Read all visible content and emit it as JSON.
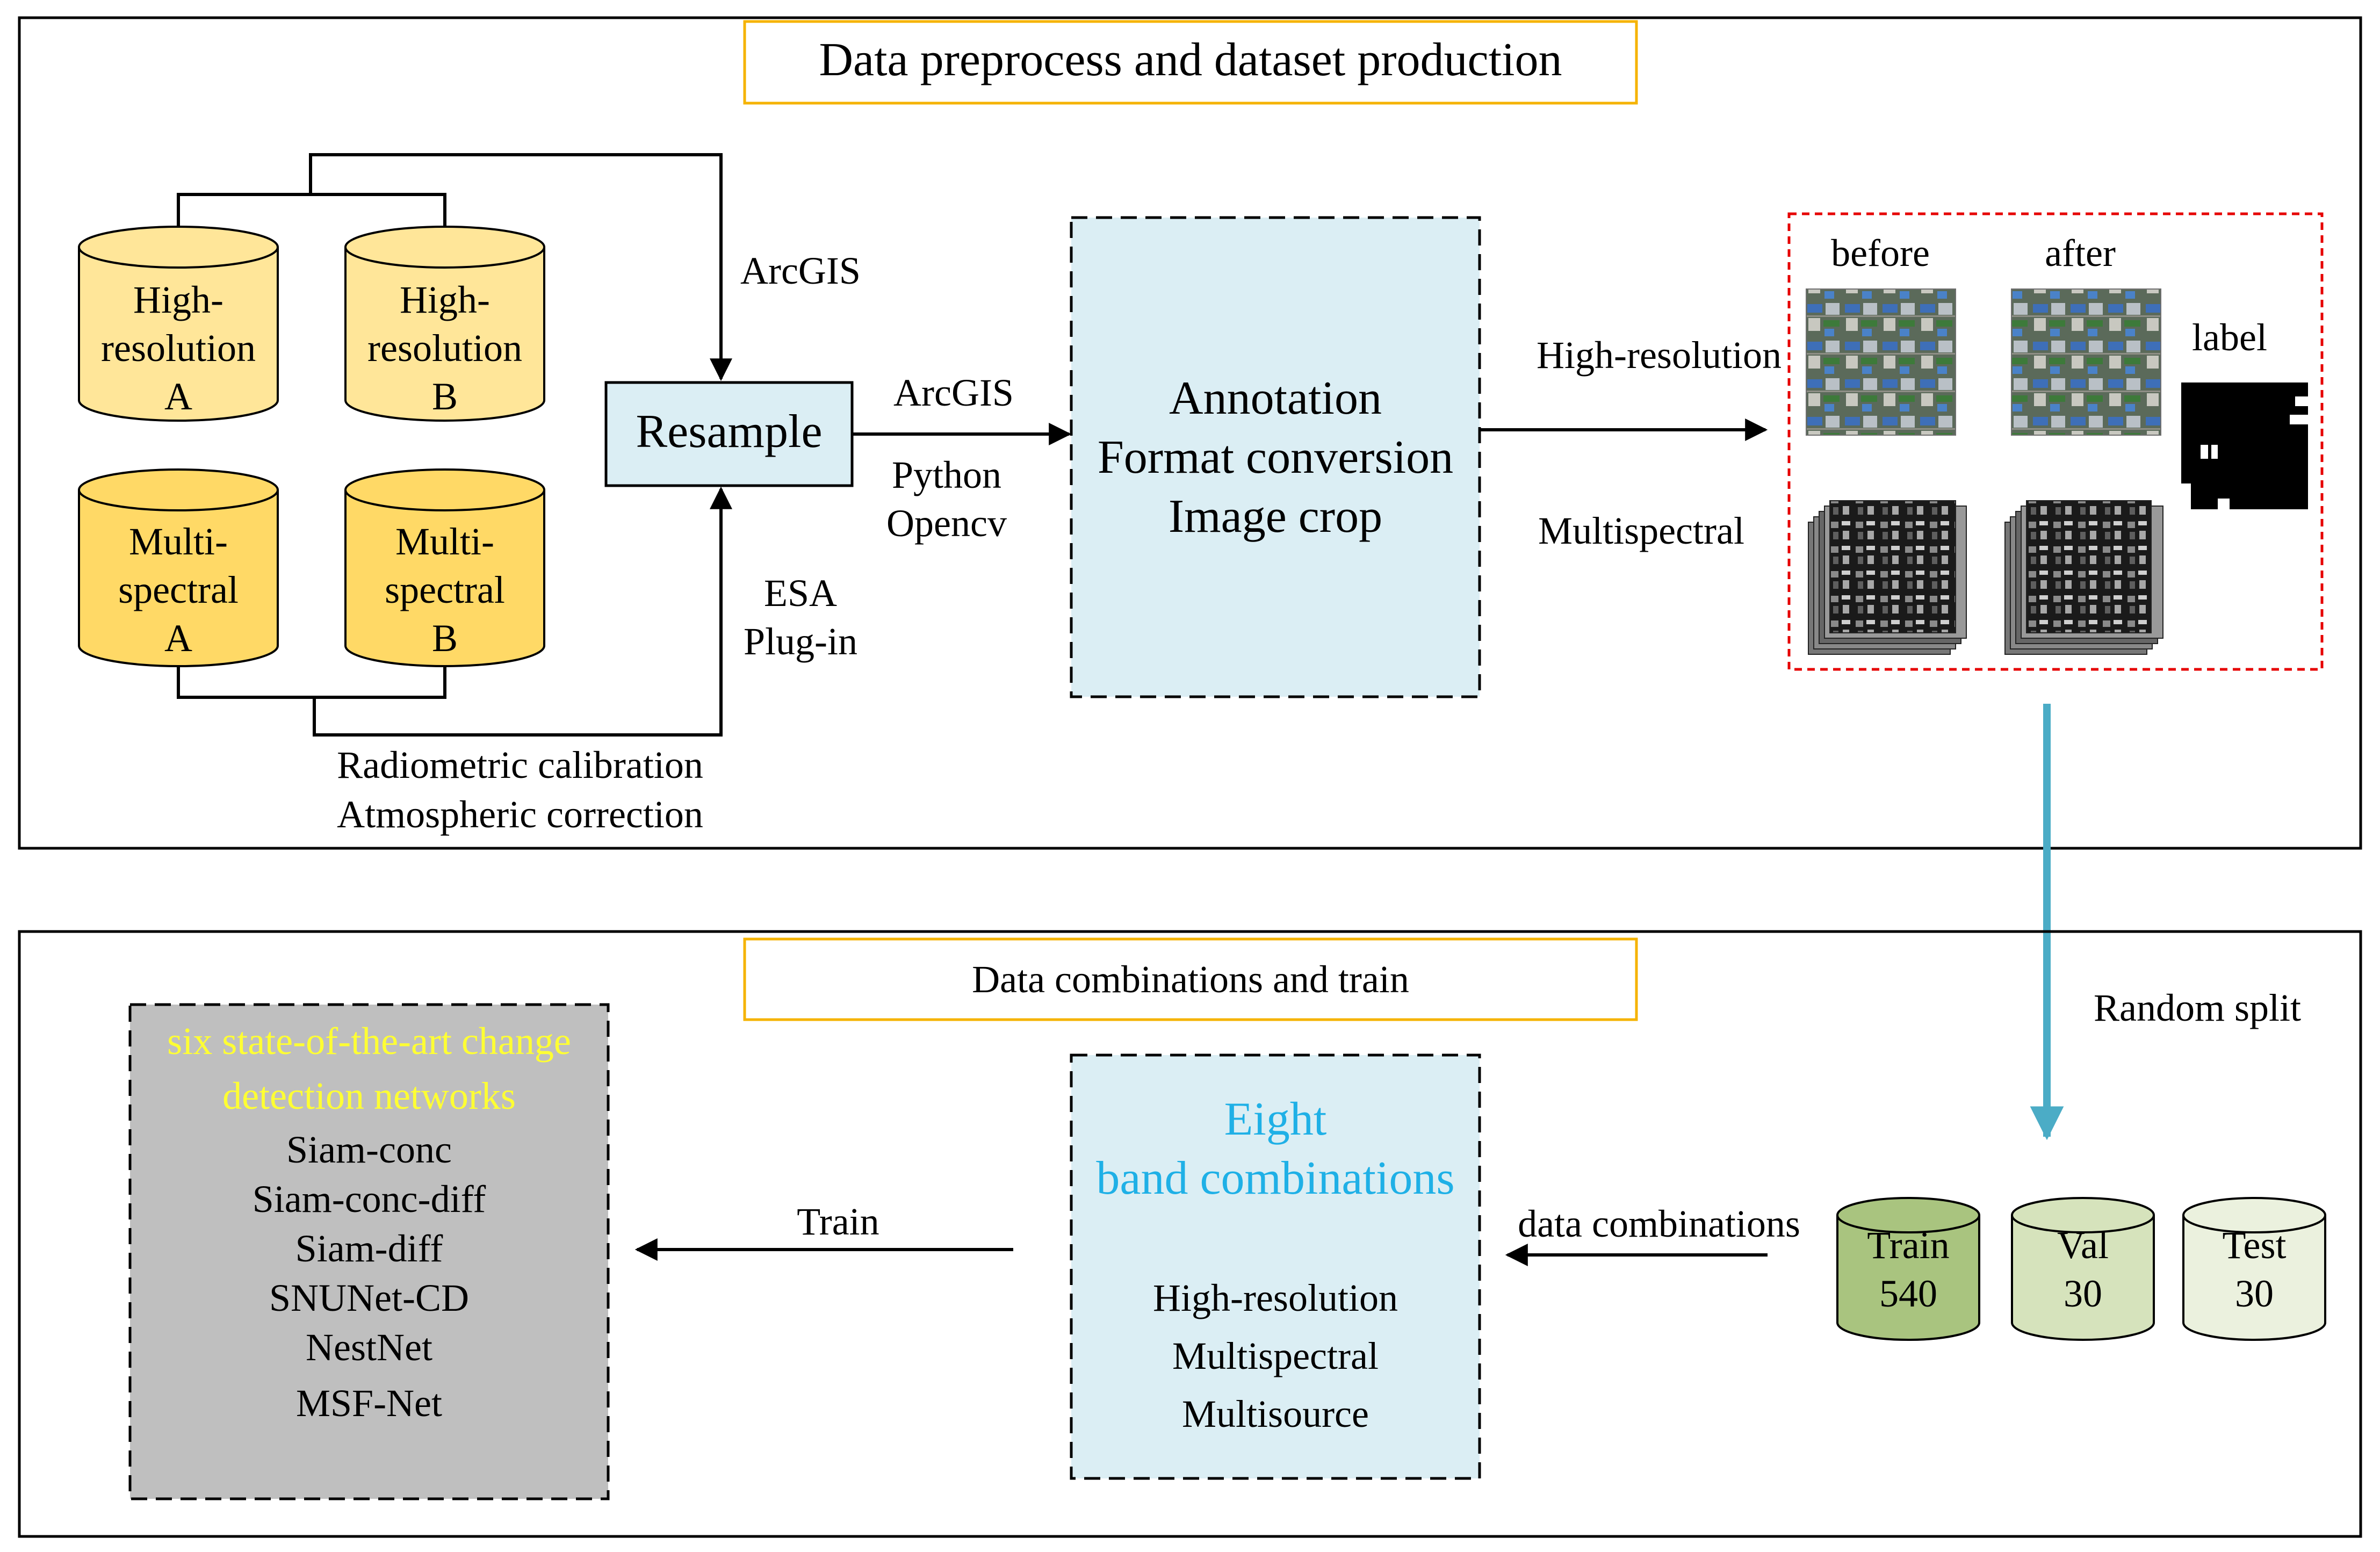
{
  "top_panel": {
    "title": "Data preprocess and dataset production",
    "sources": [
      {
        "lines": [
          "High-",
          "resolution",
          "A"
        ],
        "color": "#ffe699"
      },
      {
        "lines": [
          "High-",
          "resolution",
          "B"
        ],
        "color": "#ffe699"
      },
      {
        "lines": [
          "Multi-",
          "spectral",
          "A"
        ],
        "color": "#ffd966"
      },
      {
        "lines": [
          "Multi-",
          "spectral",
          "B"
        ],
        "color": "#ffd966"
      }
    ],
    "resample_label": "Resample",
    "arcgis_top_label": "ArcGIS",
    "esa_plugin_lines": [
      "ESA",
      "Plug-in"
    ],
    "calibration_lines": [
      "Radiometric calibration",
      "Atmospheric correction"
    ],
    "tools_lines": [
      "ArcGIS",
      "Python",
      "Opencv"
    ],
    "process_lines": [
      "Annotation",
      "Format conversion",
      "Image crop"
    ],
    "high_resolution_label": "High-resolution",
    "multispectral_label": "Multispectral",
    "samples": {
      "before_label": "before",
      "after_label": "after",
      "label_label": "label"
    }
  },
  "split_label": "Random split",
  "bottom_panel": {
    "title": "Data combinations and train",
    "splits": [
      {
        "name": "Train",
        "count": "540",
        "color": "#a9c47f"
      },
      {
        "name": "Val",
        "count": "30",
        "color": "#d6e3bc"
      },
      {
        "name": "Test",
        "count": "30",
        "color": "#ebf1de"
      }
    ],
    "data_combinations_label": "data combinations",
    "combo_title_lines": [
      "Eight",
      "band combinations"
    ],
    "combo_items": [
      "High-resolution",
      "Multispectral",
      "Multisource"
    ],
    "train_label": "Train",
    "networks_title_lines": [
      "six state-of-the-art change",
      "detection networks"
    ],
    "networks": [
      "Siam-conc",
      "Siam-conc-diff",
      "Siam-diff",
      "SNUNet-CD",
      "NestNet",
      "MSF-Net"
    ]
  },
  "colors": {
    "title_border": "#f5b301",
    "process_fill": "#dbeef4",
    "split_arrow": "#4bacc6",
    "sample_border": "#e60000",
    "combo_title": "#1fb0e6",
    "networks_fill": "#bfbfbf",
    "networks_title": "#ffff33"
  }
}
